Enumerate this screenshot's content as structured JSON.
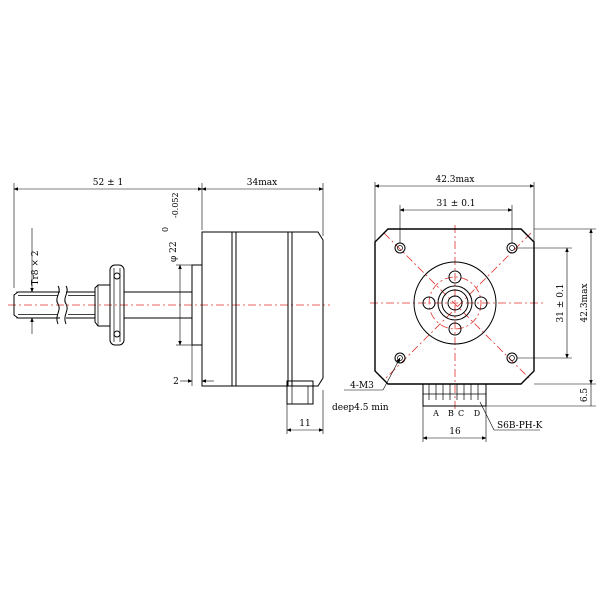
{
  "dims": {
    "shaft_length": "52 ± 1",
    "body_length": "34max",
    "thread": "Tr8 × 2",
    "pilot_dia": "φ 22",
    "pilot_tol_upper": "0",
    "pilot_tol_lower": "-0.052",
    "flange_gap": "2",
    "connector_width_side": "11",
    "frame_width": "42.3max",
    "hole_spacing_h": "31 ± 0.1",
    "hole_spacing_v": "31 ± 0.1",
    "frame_height": "42.3max",
    "mount_holes": "4-M3",
    "hole_depth": "deep4.5 min",
    "connector_width": "16",
    "connector_offset": "6.5",
    "connector_type": "S6B-PH-K"
  },
  "pins": [
    "A",
    "B",
    "C",
    "D"
  ],
  "colors": {
    "centerline": "#e0322f",
    "lines": "#000000"
  }
}
